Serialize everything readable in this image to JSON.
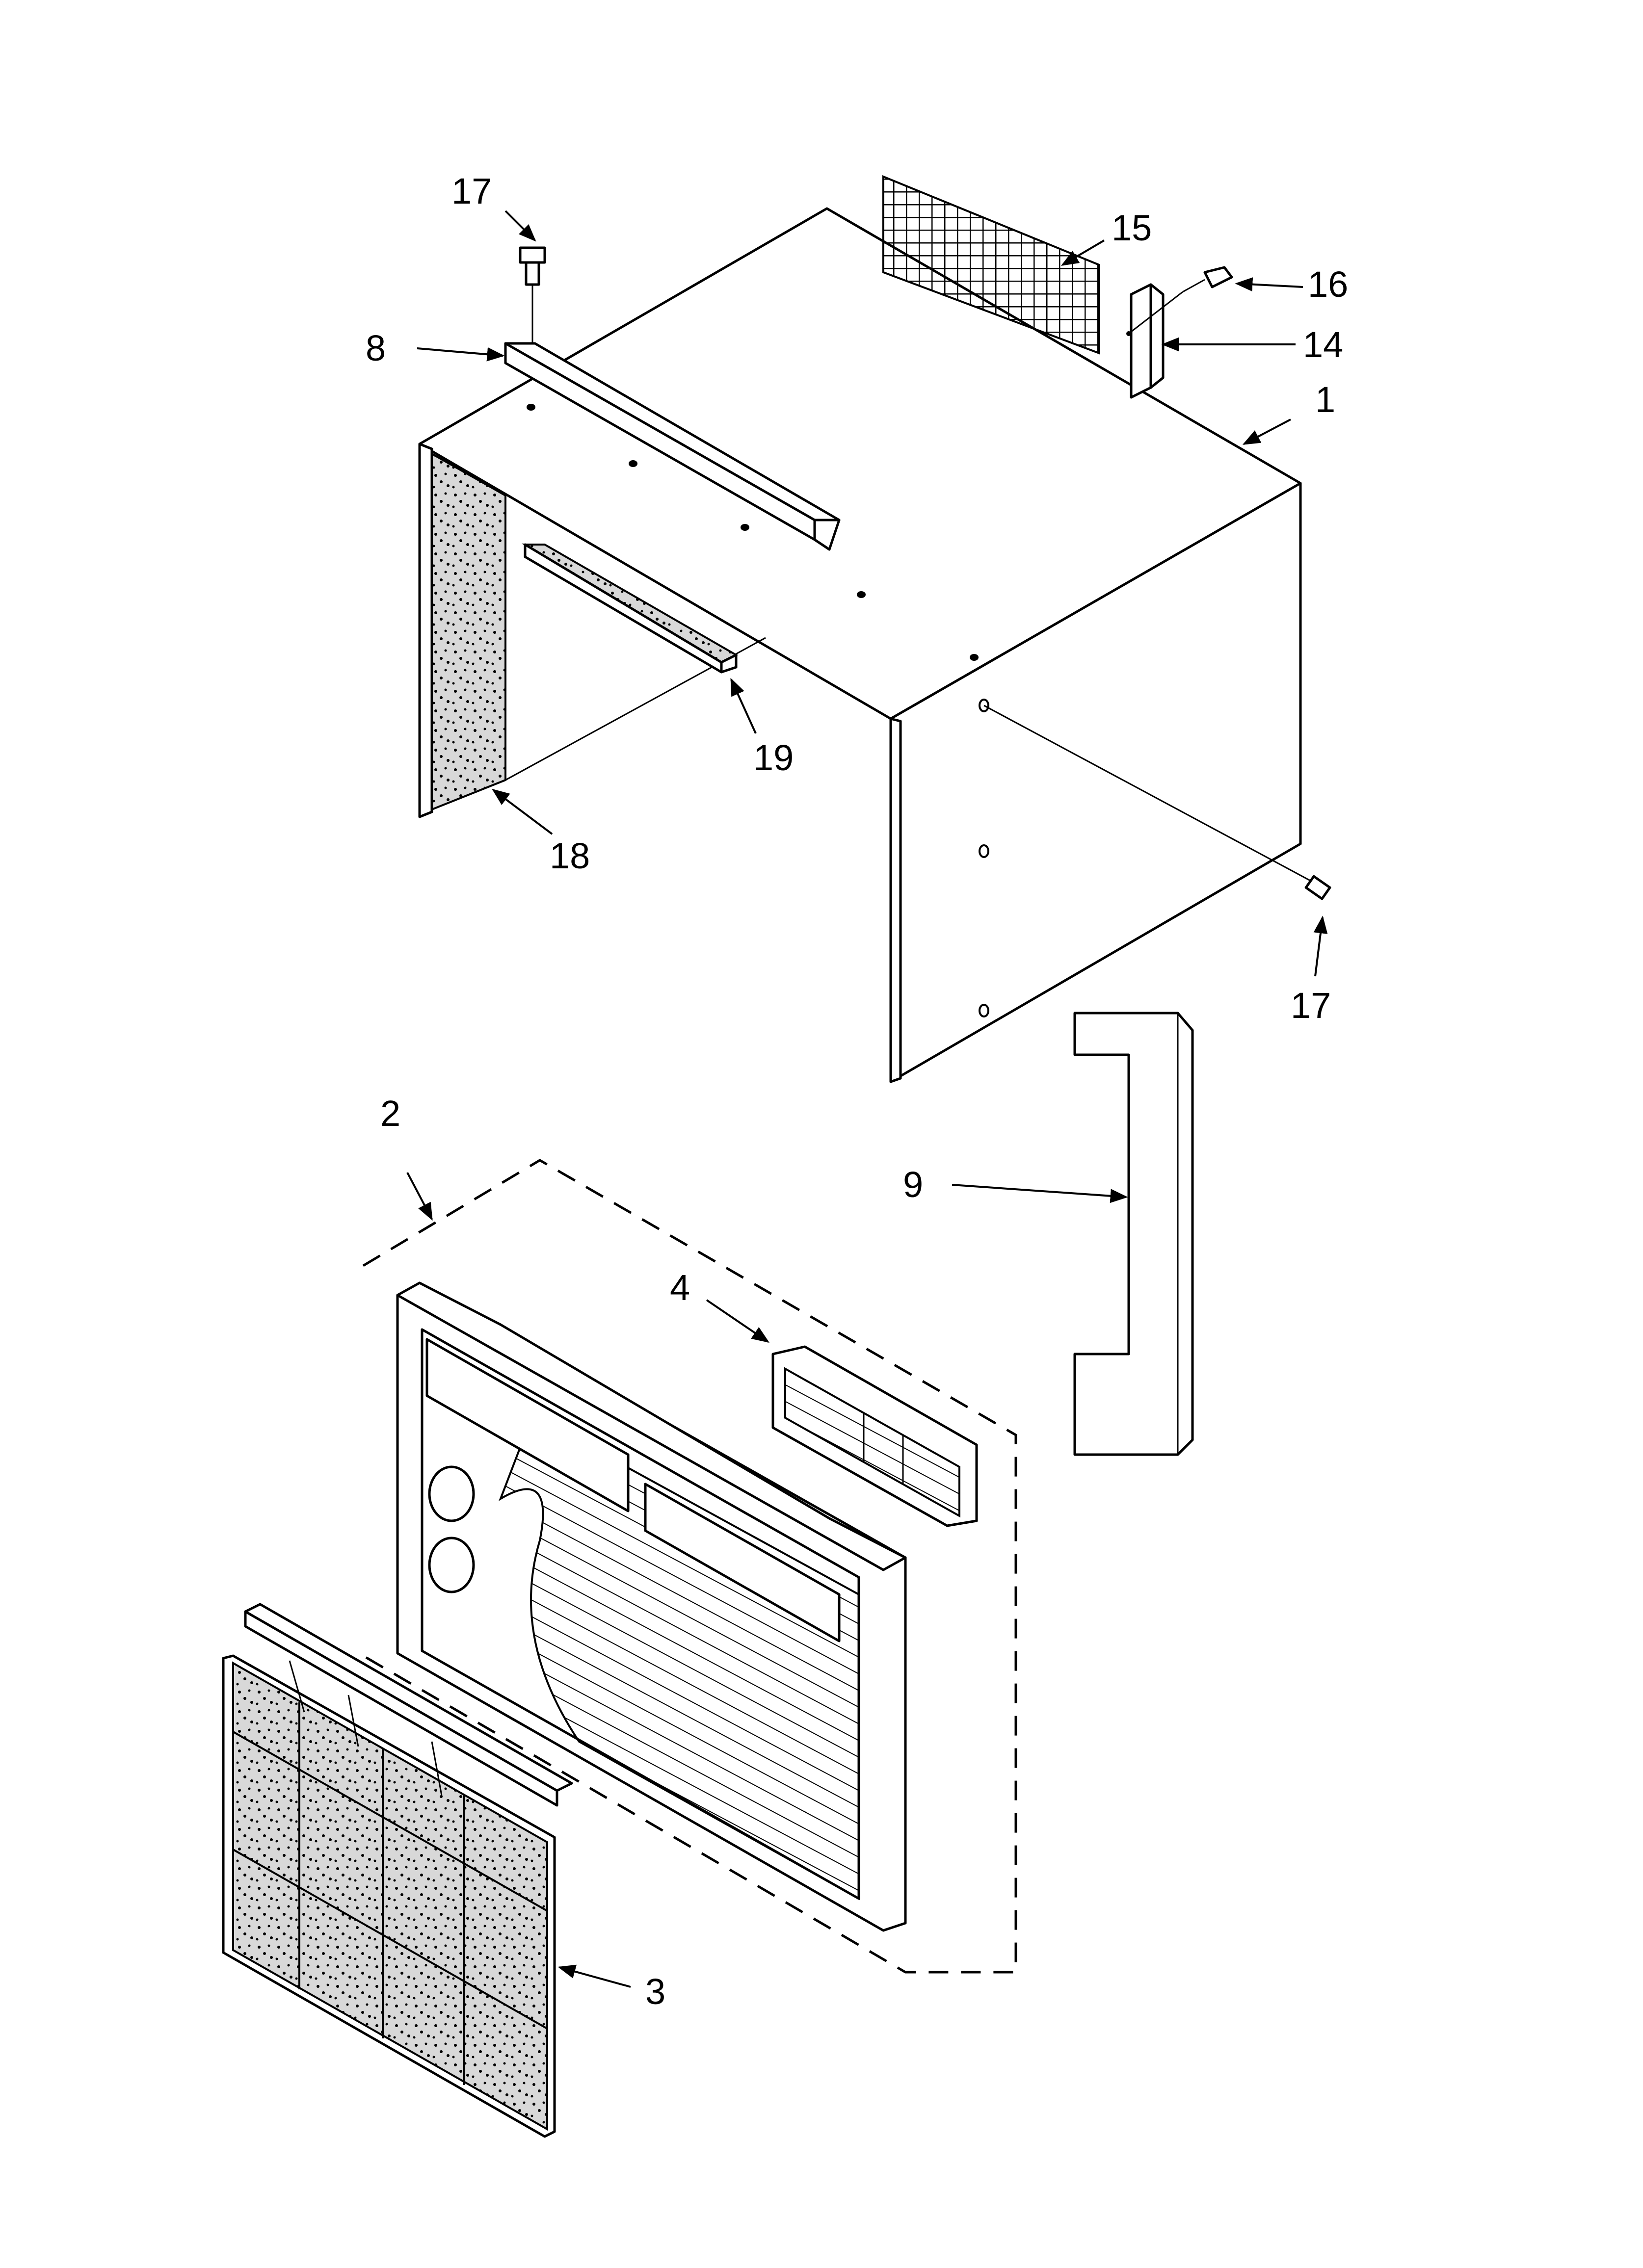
{
  "callouts": [
    {
      "id": "1",
      "label": "1"
    },
    {
      "id": "2",
      "label": "2"
    },
    {
      "id": "3",
      "label": "3"
    },
    {
      "id": "4",
      "label": "4"
    },
    {
      "id": "8",
      "label": "8"
    },
    {
      "id": "9",
      "label": "9"
    },
    {
      "id": "14",
      "label": "14"
    },
    {
      "id": "15",
      "label": "15"
    },
    {
      "id": "16",
      "label": "16"
    },
    {
      "id": "17a",
      "label": "17"
    },
    {
      "id": "17b",
      "label": "17"
    },
    {
      "id": "18",
      "label": "18"
    },
    {
      "id": "19",
      "label": "19"
    }
  ],
  "colors": {
    "line": "#000000",
    "background": "#ffffff"
  }
}
